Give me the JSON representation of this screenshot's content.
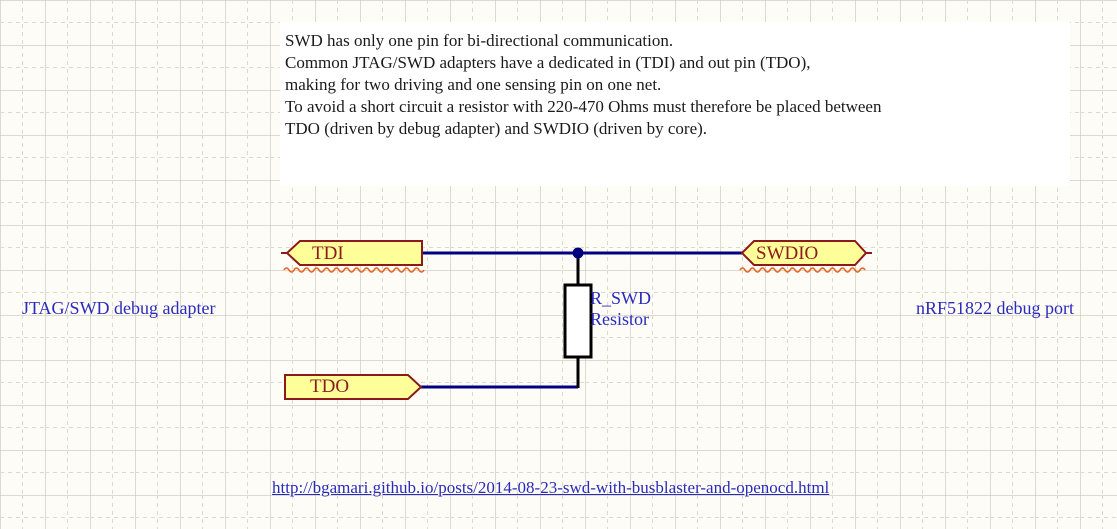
{
  "note": {
    "lines": [
      "SWD has only one pin for bi-directional communication.",
      "Common JTAG/SWD adapters have a dedicated in (TDI) and out pin (TDO),",
      "making for two driving and one sensing pin on one net.",
      "To avoid a short circuit a resistor with 220-470 Ohms must therefore be placed between",
      "TDO (driven by debug adapter) and SWDIO (driven by core)."
    ]
  },
  "captions": {
    "left": "JTAG/SWD debug adapter",
    "right": "nRF51822 debug port"
  },
  "net_labels": {
    "tdi": "TDI",
    "tdo": "TDO",
    "swdio": "SWDIO"
  },
  "component": {
    "designator": "R_SWD",
    "type": "Resistor"
  },
  "source": {
    "url": "http://bgamari.github.io/posts/2014-08-23-swd-with-busblaster-and-openocd.html"
  },
  "colors": {
    "wire": "#000080",
    "flag_fill": "#ffff99",
    "flag_border": "#8b1a1a",
    "flag_text": "#8b1a1a",
    "label_blue": "#2b2bbb",
    "resistor_body": "#ffffff",
    "resistor_border": "#000000",
    "spellcheck_squiggle": "#e8641e",
    "background": "#fdfcf7",
    "panel": "#ffffff"
  }
}
